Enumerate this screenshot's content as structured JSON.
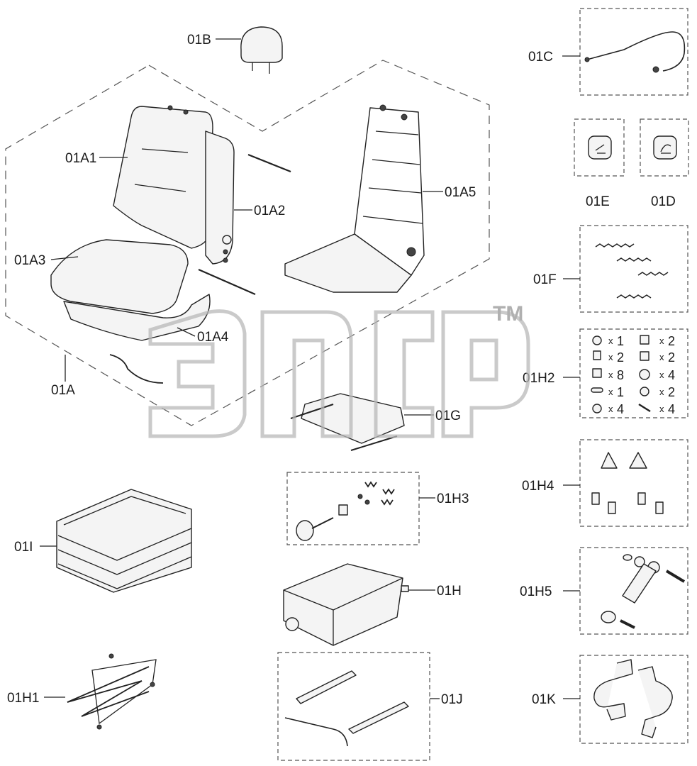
{
  "labels": {
    "01B": "01B",
    "01A1": "01A1",
    "01A2": "01A2",
    "01A3": "01A3",
    "01A4": "01A4",
    "01A5": "01A5",
    "01A": "01A",
    "01C": "01C",
    "01E": "01E",
    "01D": "01D",
    "01F": "01F",
    "01H2": "01H2",
    "01G": "01G",
    "01H3": "01H3",
    "01H4": "01H4",
    "01I": "01I",
    "01H": "01H",
    "01H5": "01H5",
    "01H1": "01H1",
    "01J": "01J",
    "01K": "01K"
  },
  "kit_01H2": {
    "x": "x",
    "quantities": [
      "1",
      "2",
      "2",
      "2",
      "8",
      "4",
      "1",
      "2",
      "4",
      "4"
    ]
  },
  "watermark": {
    "tm": "TM"
  }
}
